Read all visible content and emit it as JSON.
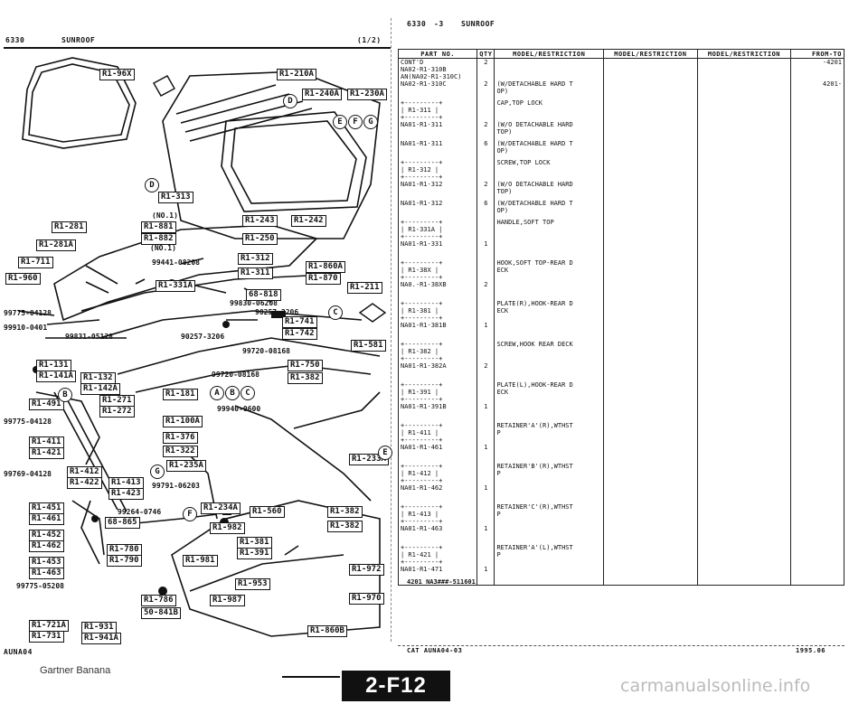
{
  "left_header": {
    "code": "6330",
    "section": "SUNROOF",
    "page": "(1/2)"
  },
  "right_header": {
    "code": "6330",
    "dash": "-3",
    "section": "SUNROOF"
  },
  "table": {
    "columns": [
      "PART NO.",
      "QTY",
      "MODEL/RESTRICTION",
      "MODEL/RESTRICTION",
      "MODEL/RESTRICTION",
      "FROM-TO"
    ],
    "rows": [
      {
        "part": "CONT'D\nNA02-R1-310B\nAN(NA02-R1-310C)",
        "qty": "2",
        "desc": "",
        "from_to": "-4201"
      },
      {
        "part": "NA02-R1-310C",
        "qty": "2",
        "desc": "(W/DETACHABLE HARD T\nOP)",
        "from_to": "4201-"
      },
      {
        "part": "+---------+\n| R1-311 |\n+---------+",
        "qty": "",
        "desc": "CAP,TOP LOCK",
        "from_to": ""
      },
      {
        "part": "NA01-R1-311",
        "qty": "2",
        "desc": "(W/O DETACHABLE HARD\nTOP)",
        "from_to": ""
      },
      {
        "part": "NA01-R1-311",
        "qty": "6",
        "desc": "(W/DETACHABLE HARD T\nOP)",
        "from_to": ""
      },
      {
        "part": "+---------+\n| R1-312 |\n+---------+",
        "qty": "",
        "desc": "SCREW,TOP LOCK",
        "from_to": ""
      },
      {
        "part": "NA01-R1-312",
        "qty": "2",
        "desc": "(W/O DETACHABLE HARD\nTOP)",
        "from_to": ""
      },
      {
        "part": "NA01-R1-312",
        "qty": "6",
        "desc": "(W/DETACHABLE HARD T\nOP)",
        "from_to": ""
      },
      {
        "part": "+---------+\n| R1-331A |\n+---------+",
        "qty": "",
        "desc": "HANDLE,SOFT TOP",
        "from_to": ""
      },
      {
        "part": "NA01-R1-331",
        "qty": "1",
        "desc": "",
        "from_to": ""
      },
      {
        "part": "+---------+\n| R1-38X |\n+---------+",
        "qty": "",
        "desc": "HOOK,SOFT TOP-REAR D\nECK",
        "from_to": ""
      },
      {
        "part": "NA0.-R1-38XB",
        "qty": "2",
        "desc": "",
        "from_to": ""
      },
      {
        "part": "+---------+\n| R1-381 |\n+---------+",
        "qty": "",
        "desc": "PLATE(R),HOOK-REAR D\nECK",
        "from_to": ""
      },
      {
        "part": "NA01-R1-381B",
        "qty": "1",
        "desc": "",
        "from_to": ""
      },
      {
        "part": "+---------+\n| R1-382 |\n+---------+",
        "qty": "",
        "desc": "SCREW,HOOK REAR DECK",
        "from_to": ""
      },
      {
        "part": "NA01-R1-382A",
        "qty": "2",
        "desc": "",
        "from_to": ""
      },
      {
        "part": "+---------+\n| R1-391 |\n+---------+",
        "qty": "",
        "desc": "PLATE(L),HOOK-REAR D\nECK",
        "from_to": ""
      },
      {
        "part": "NA01-R1-391B",
        "qty": "1",
        "desc": "",
        "from_to": ""
      },
      {
        "part": "+---------+\n| R1-411 |\n+---------+",
        "qty": "",
        "desc": "RETAINER'A'(R),WTHST\nP",
        "from_to": ""
      },
      {
        "part": "NA01-R1-461",
        "qty": "1",
        "desc": "",
        "from_to": ""
      },
      {
        "part": "+---------+\n| R1-412 |\n+---------+",
        "qty": "",
        "desc": "RETAINER'B'(R),WTHST\nP",
        "from_to": ""
      },
      {
        "part": "NA01-R1-462",
        "qty": "1",
        "desc": "",
        "from_to": ""
      },
      {
        "part": "+---------+\n| R1-413 |\n+---------+",
        "qty": "",
        "desc": "RETAINER'C'(R),WTHST\nP",
        "from_to": ""
      },
      {
        "part": "NA01-R1-463",
        "qty": "1",
        "desc": "",
        "from_to": ""
      },
      {
        "part": "+---------+\n| R1-421 |\n+---------+",
        "qty": "",
        "desc": "RETAINER'A'(L),WTHST\nP",
        "from_to": ""
      },
      {
        "part": "NA01-R1-471",
        "qty": "1",
        "desc": "",
        "from_to": ""
      }
    ],
    "footnote": "4201 NA3###-511601"
  },
  "footer": {
    "cat_left": "CAT AUNA04-03",
    "cat_right": "1995.06",
    "left_code": "AUNA04",
    "watermark": "Gartner Banana",
    "page_tab": "2-F12",
    "site": "carmanualsonline.info"
  },
  "diagram": {
    "tags": [
      "R1-96X",
      "R1-210A",
      "R1-240A",
      "R1-230A",
      "R1-313",
      "R1-243",
      "R1-242",
      "R1-250",
      "R1-281",
      "R1-881",
      "R1-882",
      "R1-281A",
      "R1-711",
      "R1-960",
      "R1-312",
      "R1-311",
      "R1-860A",
      "R1-870",
      "R1-331A",
      "R1-211",
      "R1-741",
      "R1-742",
      "R1-581",
      "R1-131",
      "R1-141A",
      "R1-132",
      "R1-142A",
      "R1-750",
      "R1-382",
      "R1-491",
      "R1-271",
      "R1-272",
      "R1-181",
      "R1-100A",
      "R1-376",
      "R1-322",
      "R1-235A",
      "R1-233A",
      "R1-411",
      "R1-421",
      "R1-412",
      "R1-422",
      "R1-413",
      "R1-423",
      "R1-451",
      "R1-461",
      "R1-452",
      "R1-462",
      "R1-453",
      "R1-463",
      "R1-234A",
      "R1-560",
      "R1-382",
      "R1-382",
      "68-865",
      "R1-982",
      "R1-780",
      "R1-790",
      "R1-381",
      "R1-391",
      "R1-981",
      "R1-972",
      "R1-953",
      "R1-786",
      "R1-987",
      "50-841B",
      "R1-970",
      "R1-721A",
      "R1-731",
      "R1-931",
      "R1-941A",
      "R1-860B",
      "68-818"
    ],
    "callouts": [
      "99441-08208",
      "99830-06208",
      "90257-3206",
      "90257-3206",
      "99720-08168",
      "99720-08168",
      "99940-0600",
      "99264-0746",
      "99791-06203",
      "99910-0401",
      "99831-05128",
      "99775-04128",
      "99775-04128",
      "99769-04128",
      "99775-05208",
      "(NO.1)",
      "(NO.1)"
    ],
    "letters": [
      "D",
      "E",
      "F",
      "G",
      "D",
      "C",
      "A",
      "B",
      "C",
      "B",
      "G",
      "F",
      "E"
    ]
  }
}
